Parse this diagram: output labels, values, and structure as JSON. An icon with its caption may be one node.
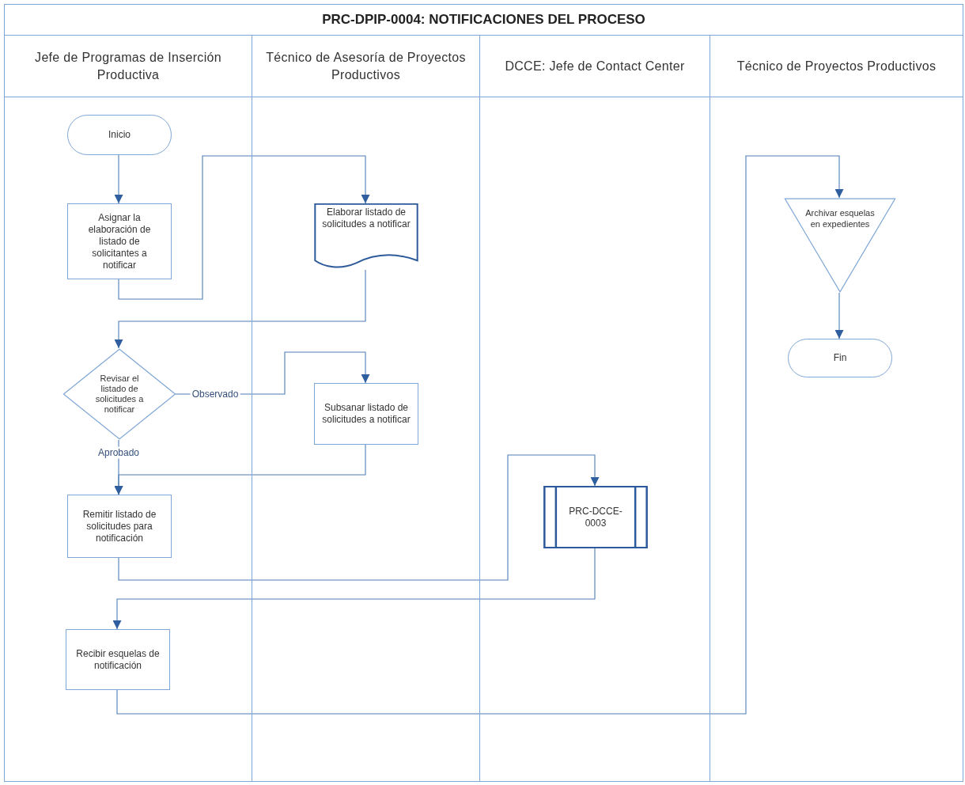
{
  "diagram": {
    "title": "PRC-DPIP-0004: NOTIFICACIONES DEL PROCESO",
    "nodes": [
      {
        "text": [
          "Jefe de Programas de Inserción Productiva"
        ]
      },
      {
        "text": [
          "Técnico de Asesoría de Proyectos Productivos"
        ]
      },
      {
        "text": [
          "DCCE: Jefe de Contact Center"
        ]
      },
      {
        "text": [
          "Técnico de Proyectos Productivos"
        ]
      },
      {
        "text": [
          "Inicio"
        ],
        "in": 0
      },
      {
        "text": [
          "Asignar la elaboración de listado de solicitantes a notificar"
        ],
        "in": 0
      },
      {
        "text": [
          "Elaborar listado de solicitudes a notificar"
        ],
        "in": 1
      },
      {
        "text": [
          "Revisar el listado de solicitudes a notificar"
        ],
        "in": 0
      },
      {
        "text": [
          "Subsanar listado de solicitudes a notificar"
        ],
        "in": 1
      },
      {
        "text": [
          "Remitir listado de solicitudes para notificación"
        ],
        "in": 0
      },
      {
        "text": [
          "PRC-DCCE-0003"
        ],
        "in": 2
      },
      {
        "text": [
          "Recibir esquelas de notificación"
        ],
        "in": 0
      },
      {
        "text": [
          "Archivar esquelas en expedientes"
        ],
        "in": 3
      },
      {
        "text": [
          "Fin"
        ],
        "in": 3
      }
    ],
    "edges": [
      {
        "from": 4,
        "to": 5,
        "arrow": "to"
      },
      {
        "from": 5,
        "to": 6,
        "arrow": "to"
      },
      {
        "from": 6,
        "to": 7,
        "arrow": "to"
      },
      {
        "from": 7,
        "to": 8,
        "arrow": "to",
        "label": "Observado"
      },
      {
        "from": 7,
        "to": 9,
        "arrow": "to",
        "label": "Aprobado"
      },
      {
        "from": 8,
        "to": 9,
        "arrow": "to"
      },
      {
        "from": 9,
        "to": 10,
        "arrow": "to"
      },
      {
        "from": 10,
        "to": 11,
        "arrow": "to"
      },
      {
        "from": 11,
        "to": 12,
        "arrow": "to"
      },
      {
        "from": 12,
        "to": 13,
        "arrow": "to"
      }
    ]
  }
}
